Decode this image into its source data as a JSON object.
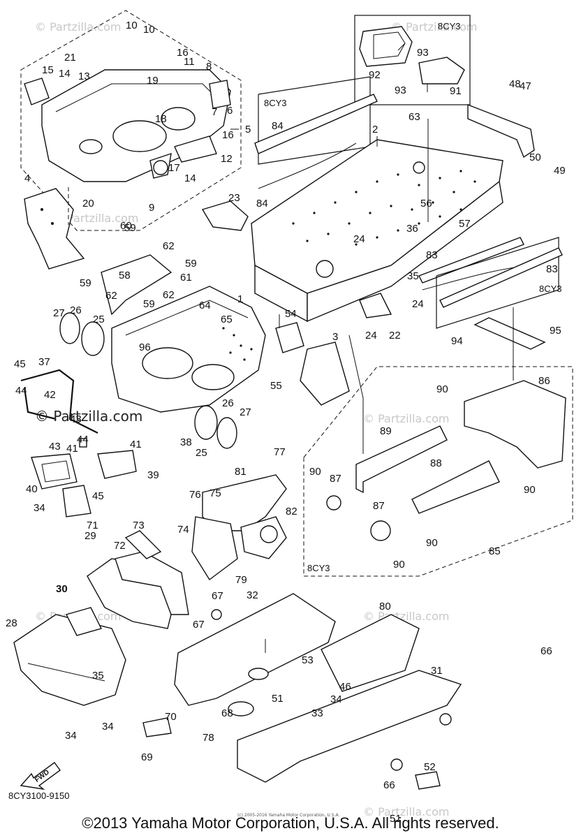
{
  "figure_code": "8CY3100-9150",
  "copyright": "©2013 Yamaha Motor Corporation, U.S.A. All rights reserved.",
  "copyright_small": "(c) 2005-2016 Yamaha Motor Corporation, U.S.A.",
  "watermark": "© Partzilla.com",
  "watermark_faint": "© Partzilla.com",
  "fwd_label": "FWD",
  "model_tags": [
    "8CY3",
    "8CY3",
    "8CY3",
    "8CY3"
  ],
  "callouts": [
    {
      "n": "1"
    },
    {
      "n": "2"
    },
    {
      "n": "3"
    },
    {
      "n": "4"
    },
    {
      "n": "5"
    },
    {
      "n": "6"
    },
    {
      "n": "7"
    },
    {
      "n": "8"
    },
    {
      "n": "9"
    },
    {
      "n": "10"
    },
    {
      "n": "10"
    },
    {
      "n": "11"
    },
    {
      "n": "12"
    },
    {
      "n": "13"
    },
    {
      "n": "14"
    },
    {
      "n": "14"
    },
    {
      "n": "15"
    },
    {
      "n": "16"
    },
    {
      "n": "16"
    },
    {
      "n": "17"
    },
    {
      "n": "18"
    },
    {
      "n": "19"
    },
    {
      "n": "20"
    },
    {
      "n": "21"
    },
    {
      "n": "22"
    },
    {
      "n": "23"
    },
    {
      "n": "24"
    },
    {
      "n": "24"
    },
    {
      "n": "24"
    },
    {
      "n": "25"
    },
    {
      "n": "25"
    },
    {
      "n": "26"
    },
    {
      "n": "26"
    },
    {
      "n": "27"
    },
    {
      "n": "27"
    },
    {
      "n": "28"
    },
    {
      "n": "29"
    },
    {
      "n": "30"
    },
    {
      "n": "31"
    },
    {
      "n": "32"
    },
    {
      "n": "33"
    },
    {
      "n": "34"
    },
    {
      "n": "34"
    },
    {
      "n": "34"
    },
    {
      "n": "34"
    },
    {
      "n": "35"
    },
    {
      "n": "35"
    },
    {
      "n": "36"
    },
    {
      "n": "37"
    },
    {
      "n": "38"
    },
    {
      "n": "39"
    },
    {
      "n": "40"
    },
    {
      "n": "41"
    },
    {
      "n": "41"
    },
    {
      "n": "42"
    },
    {
      "n": "43"
    },
    {
      "n": "43"
    },
    {
      "n": "44"
    },
    {
      "n": "44"
    },
    {
      "n": "45"
    },
    {
      "n": "45"
    },
    {
      "n": "46"
    },
    {
      "n": "47"
    },
    {
      "n": "48"
    },
    {
      "n": "49"
    },
    {
      "n": "50"
    },
    {
      "n": "51"
    },
    {
      "n": "51"
    },
    {
      "n": "52"
    },
    {
      "n": "53"
    },
    {
      "n": "54"
    },
    {
      "n": "55"
    },
    {
      "n": "56"
    },
    {
      "n": "57"
    },
    {
      "n": "58"
    },
    {
      "n": "59"
    },
    {
      "n": "59"
    },
    {
      "n": "59"
    },
    {
      "n": "59"
    },
    {
      "n": "60"
    },
    {
      "n": "61"
    },
    {
      "n": "62"
    },
    {
      "n": "62"
    },
    {
      "n": "62"
    },
    {
      "n": "63"
    },
    {
      "n": "64"
    },
    {
      "n": "65"
    },
    {
      "n": "66"
    },
    {
      "n": "66"
    },
    {
      "n": "67"
    },
    {
      "n": "67"
    },
    {
      "n": "68"
    },
    {
      "n": "69"
    },
    {
      "n": "70"
    },
    {
      "n": "71"
    },
    {
      "n": "72"
    },
    {
      "n": "73"
    },
    {
      "n": "74"
    },
    {
      "n": "75"
    },
    {
      "n": "76"
    },
    {
      "n": "77"
    },
    {
      "n": "78"
    },
    {
      "n": "79"
    },
    {
      "n": "80"
    },
    {
      "n": "81"
    },
    {
      "n": "82"
    },
    {
      "n": "83"
    },
    {
      "n": "83"
    },
    {
      "n": "84"
    },
    {
      "n": "84"
    },
    {
      "n": "85"
    },
    {
      "n": "86"
    },
    {
      "n": "87"
    },
    {
      "n": "87"
    },
    {
      "n": "88"
    },
    {
      "n": "89"
    },
    {
      "n": "90"
    },
    {
      "n": "90"
    },
    {
      "n": "90"
    },
    {
      "n": "90"
    },
    {
      "n": "90"
    },
    {
      "n": "91"
    },
    {
      "n": "92"
    },
    {
      "n": "93"
    },
    {
      "n": "93"
    },
    {
      "n": "94"
    },
    {
      "n": "95"
    },
    {
      "n": "96"
    }
  ]
}
